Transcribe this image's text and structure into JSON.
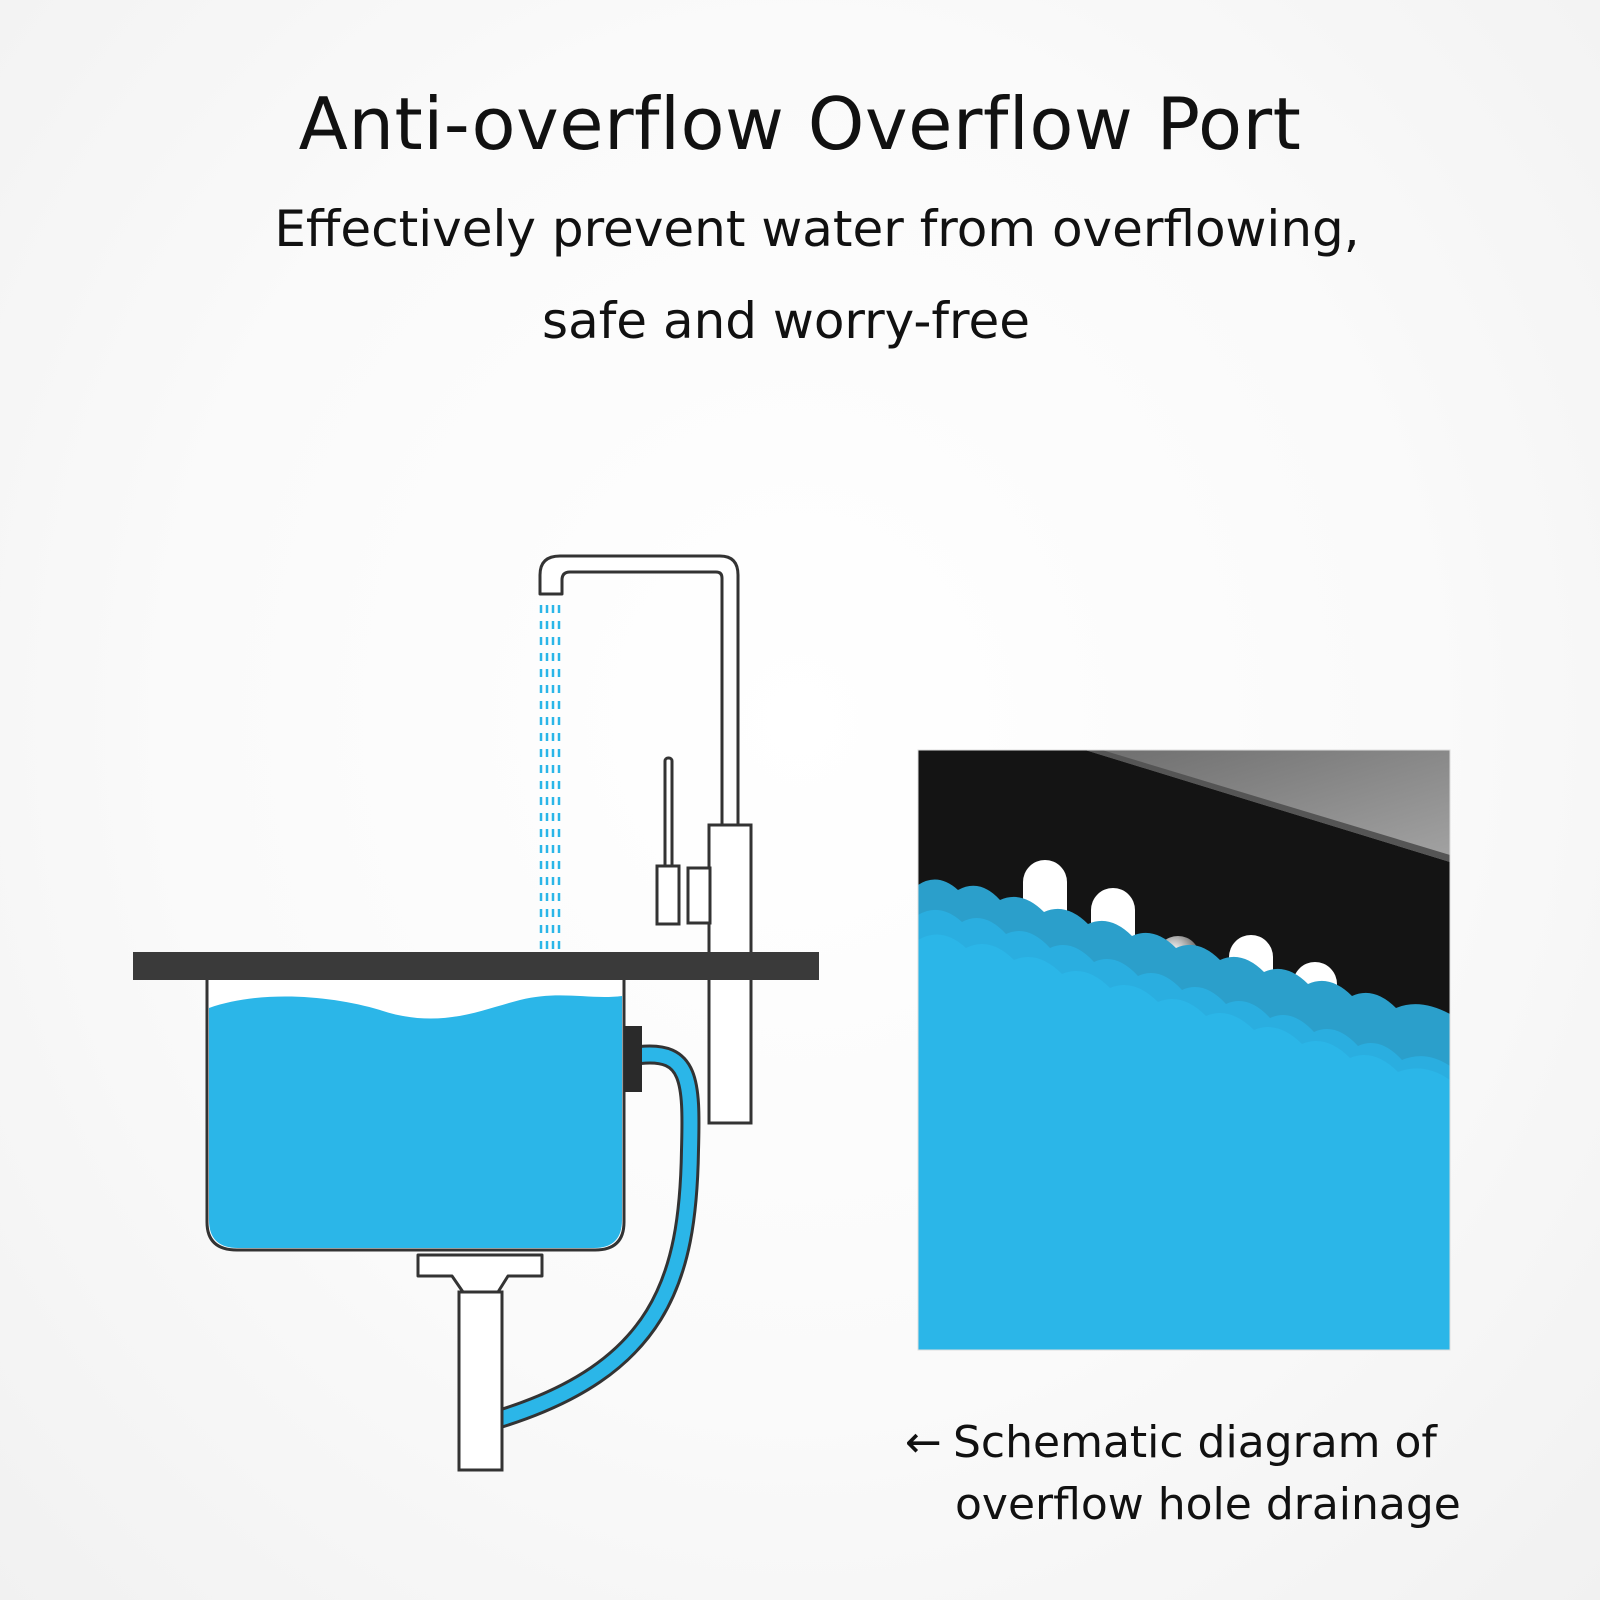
{
  "header": {
    "title": "Anti-overflow Overflow Port",
    "subtitle_line1": "Effectively prevent water from overflowing,",
    "subtitle_line2": "safe and worry-free"
  },
  "caption": {
    "arrow": "←",
    "line1": "Schematic diagram of",
    "line2": "overflow hole drainage"
  },
  "colors": {
    "water": "#2bb6e8",
    "outline": "#333333",
    "countertop": "#3a3a3a",
    "sink_interior": "#141414",
    "sink_wall": "#8a8a8a"
  }
}
